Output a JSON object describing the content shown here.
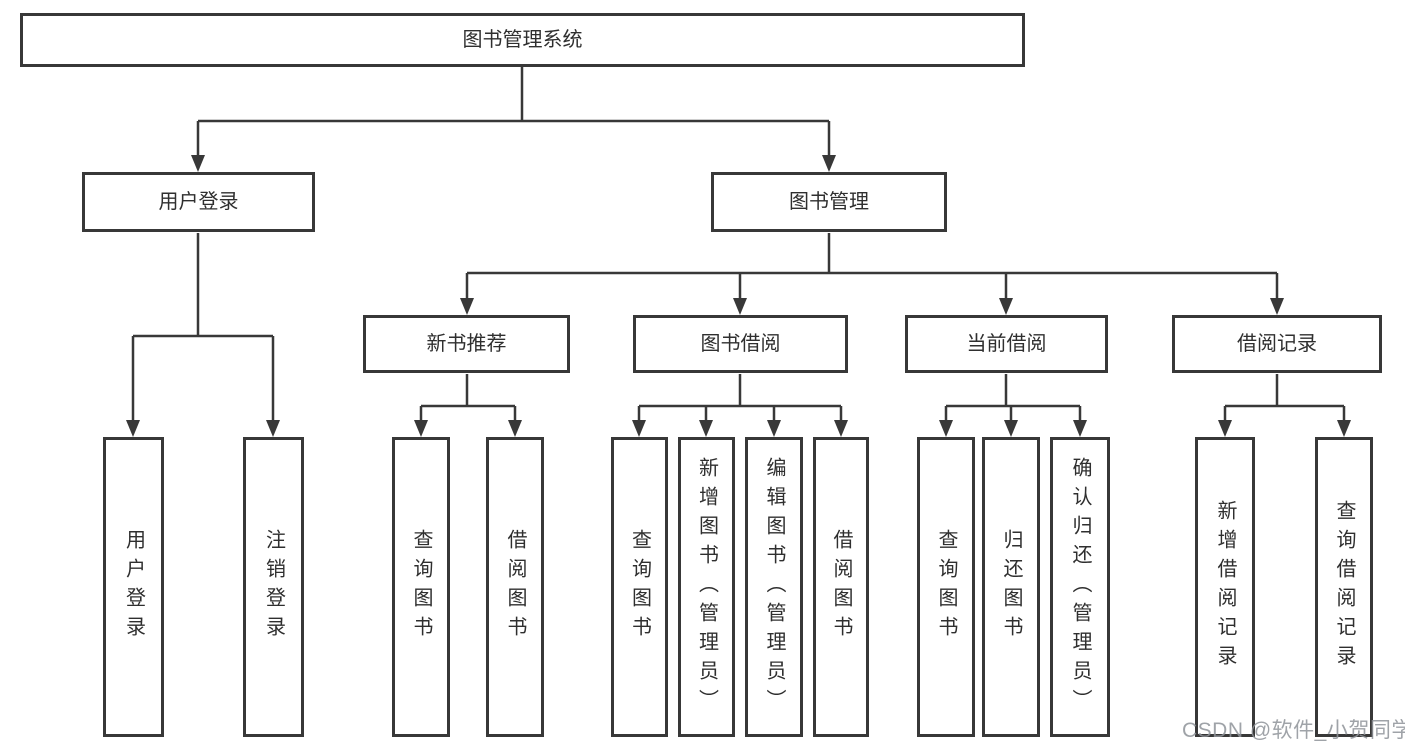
{
  "diagram": {
    "tree": {
      "label": "图书管理系统",
      "children": [
        {
          "label": "用户登录",
          "children": [
            {
              "label": "用户登录"
            },
            {
              "label": "注销登录"
            }
          ]
        },
        {
          "label": "图书管理",
          "children": [
            {
              "label": "新书推荐",
              "children": [
                {
                  "label": "查询图书"
                },
                {
                  "label": "借阅图书"
                }
              ]
            },
            {
              "label": "图书借阅",
              "children": [
                {
                  "label": "查询图书"
                },
                {
                  "label": "新增图书（管理员）"
                },
                {
                  "label": "编辑图书（管理员）"
                },
                {
                  "label": "借阅图书"
                }
              ]
            },
            {
              "label": "当前借阅",
              "children": [
                {
                  "label": "查询图书"
                },
                {
                  "label": "归还图书"
                },
                {
                  "label": "确认归还（管理员）"
                }
              ]
            },
            {
              "label": "借阅记录",
              "children": [
                {
                  "label": "新增借阅记录"
                },
                {
                  "label": "查询借阅记录"
                }
              ]
            }
          ]
        }
      ]
    },
    "watermark": "CSDN @软件_小贺同学",
    "colors": {
      "line": "#383838",
      "text": "#2f2f2f",
      "background": "#ffffff",
      "watermark": "#8f9399"
    }
  }
}
